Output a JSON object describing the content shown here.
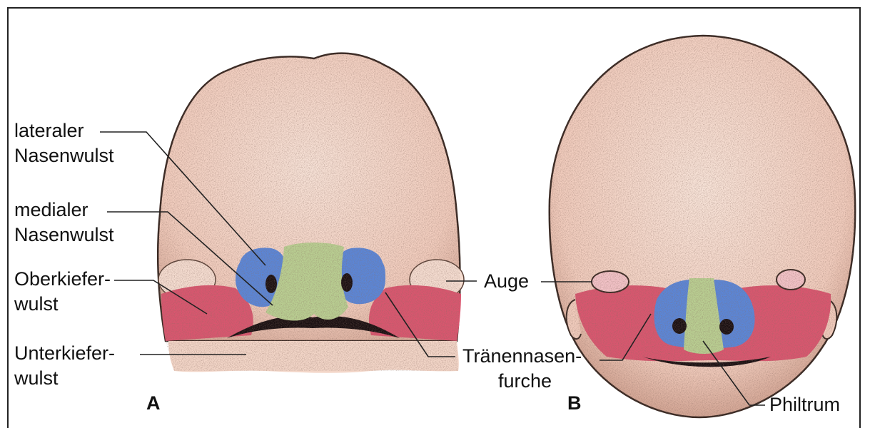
{
  "labels": {
    "lateral_nasal": [
      "lateraler",
      "Nasenwulst"
    ],
    "medial_nasal": [
      "medialer",
      "Nasenwulst"
    ],
    "maxillary": [
      "Oberkiefer-",
      "wulst"
    ],
    "mandibular": [
      "Unterkiefer-",
      "wulst"
    ],
    "eye": "Auge",
    "nasolacrimal": [
      "Tränennasen-",
      "furche"
    ],
    "philtrum": "Philtrum"
  },
  "panels": {
    "a": "A",
    "b": "B"
  },
  "colors": {
    "skin": "#f3d2c4",
    "skin_light": "#f6e1d6",
    "outline": "#3a2a24",
    "lateral_nasal_blue": "#5a86d8",
    "medial_nasal_green": "#b9cf92",
    "maxillary_red": "#d9566f",
    "mouth": "#1a1012",
    "eye_pink": "#f3c3c8"
  }
}
